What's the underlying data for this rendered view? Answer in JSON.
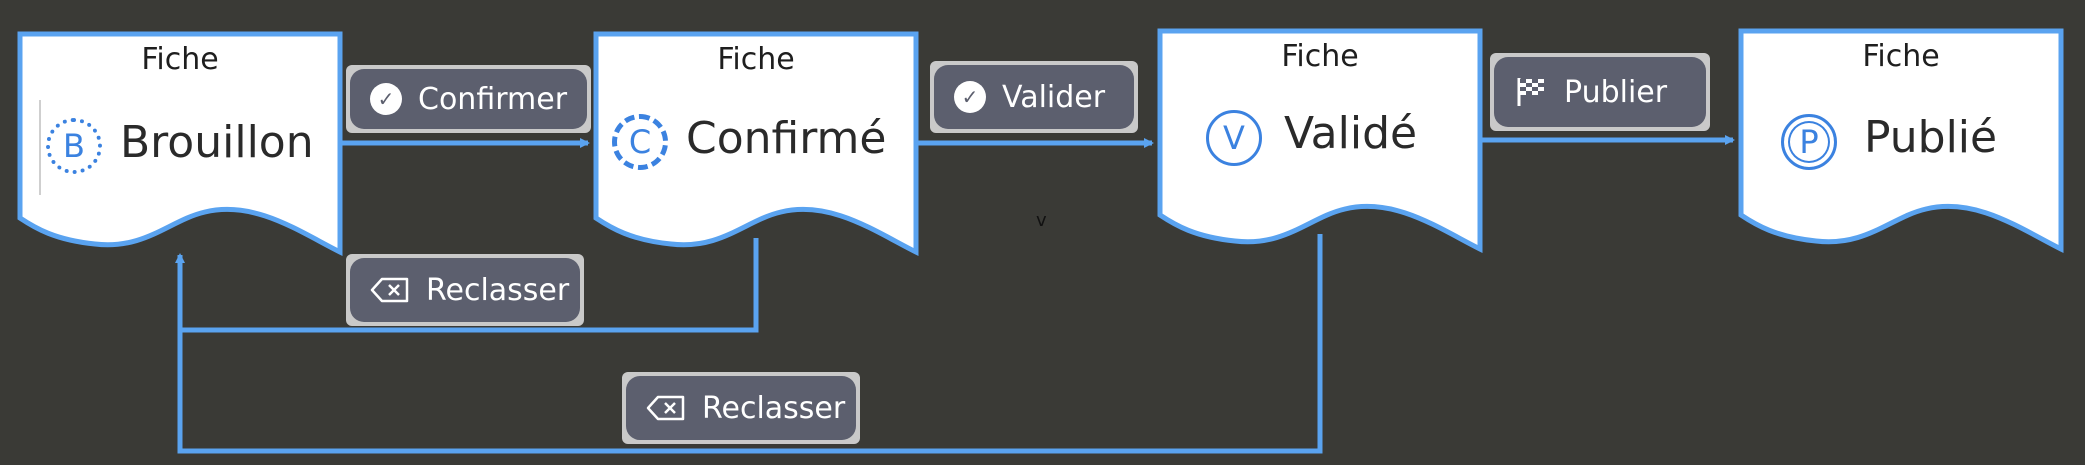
{
  "colors": {
    "background": "#3a3a36",
    "accent": "#5aa3f0",
    "button": "#5c5f6e",
    "icon": "#3b82e0"
  },
  "nodes": {
    "brouillon": {
      "header": "Fiche",
      "label": "Brouillon",
      "icon_letter": "B",
      "icon": "dotted-circle-b-icon"
    },
    "confirme": {
      "header": "Fiche",
      "label": "Confirmé",
      "icon_letter": "C",
      "icon": "dashed-circle-c-icon"
    },
    "valide": {
      "header": "Fiche",
      "label": "Validé",
      "icon_letter": "V",
      "icon": "circle-v-icon"
    },
    "publie": {
      "header": "Fiche",
      "label": "Publié",
      "icon_letter": "P",
      "icon": "double-circle-p-icon"
    }
  },
  "transitions": {
    "confirmer": {
      "label": "Confirmer",
      "icon": "check-circle-icon"
    },
    "valider": {
      "label": "Valider",
      "icon": "check-circle-icon"
    },
    "publier": {
      "label": "Publier",
      "icon": "checkered-flag-icon"
    },
    "reclasser_1": {
      "label": "Reclasser",
      "icon": "backspace-icon"
    },
    "reclasser_2": {
      "label": "Reclasser",
      "icon": "backspace-icon"
    }
  },
  "stray_text": "v"
}
